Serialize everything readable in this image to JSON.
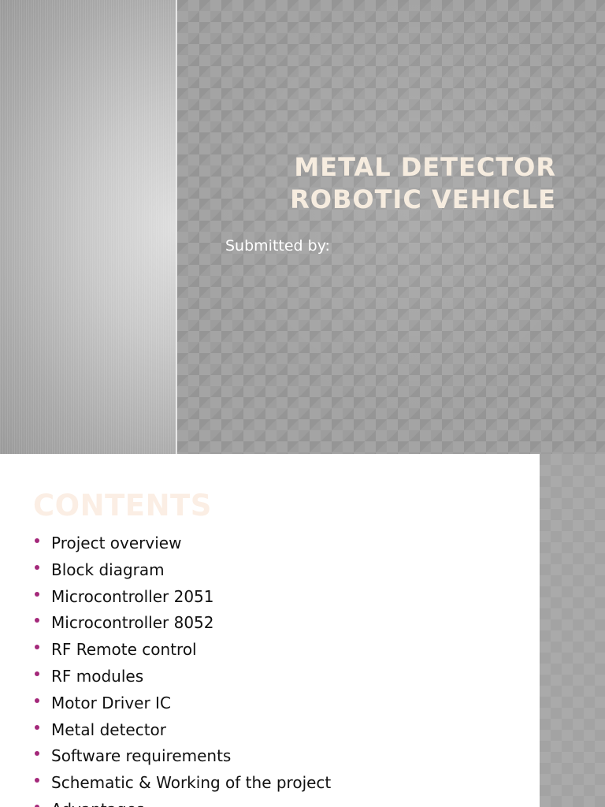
{
  "title_slide": {
    "title_lines": [
      "METAL DETECTOR",
      "ROBOTIC VEHICLE"
    ],
    "subtitle": "Submitted by:"
  },
  "contents_slide": {
    "heading": "CONTENTS",
    "items": [
      "Project overview",
      "Block diagram",
      "Microcontroller 2051",
      "Microcontroller 8052",
      "RF Remote control",
      "RF modules",
      "Motor Driver IC",
      "Metal detector",
      "Software requirements",
      "Schematic & Working of the project",
      "Advantages"
    ]
  },
  "colors": {
    "title_text": "#f6ecdf",
    "bullet": "#a4287a",
    "heading_text": "#fbeee4",
    "pattern_gray": "#9d9d9d"
  }
}
